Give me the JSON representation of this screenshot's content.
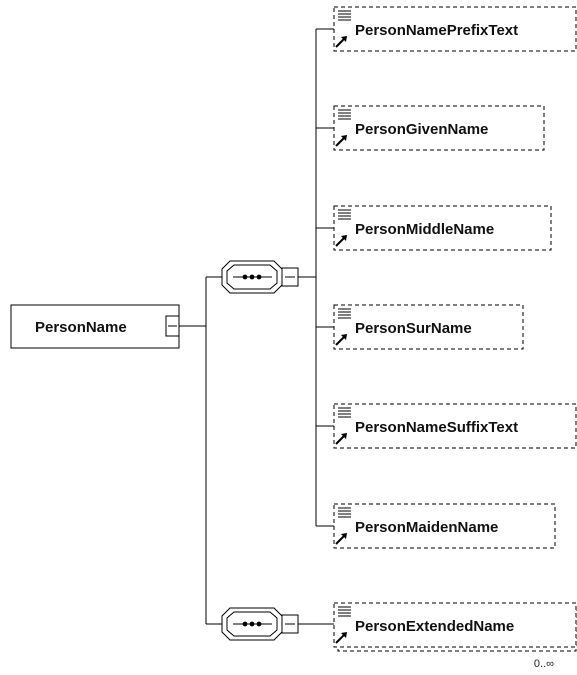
{
  "root": {
    "label": "PersonName"
  },
  "compositors": [
    {
      "kind": "sequence",
      "children": [
        {
          "label": "PersonNamePrefixText"
        },
        {
          "label": "PersonGivenName"
        },
        {
          "label": "PersonMiddleName"
        },
        {
          "label": "PersonSurName"
        },
        {
          "label": "PersonNameSuffixText"
        },
        {
          "label": "PersonMaidenName"
        }
      ]
    },
    {
      "kind": "sequence",
      "children": [
        {
          "label": "PersonExtendedName",
          "occurrence": "0..∞"
        }
      ]
    }
  ],
  "icons": {
    "element-reference": "reference-arrow-icon",
    "documentation": "documentation-lines-icon",
    "collapse": "minus-box-icon",
    "sequence": "sequence-dots-icon"
  }
}
